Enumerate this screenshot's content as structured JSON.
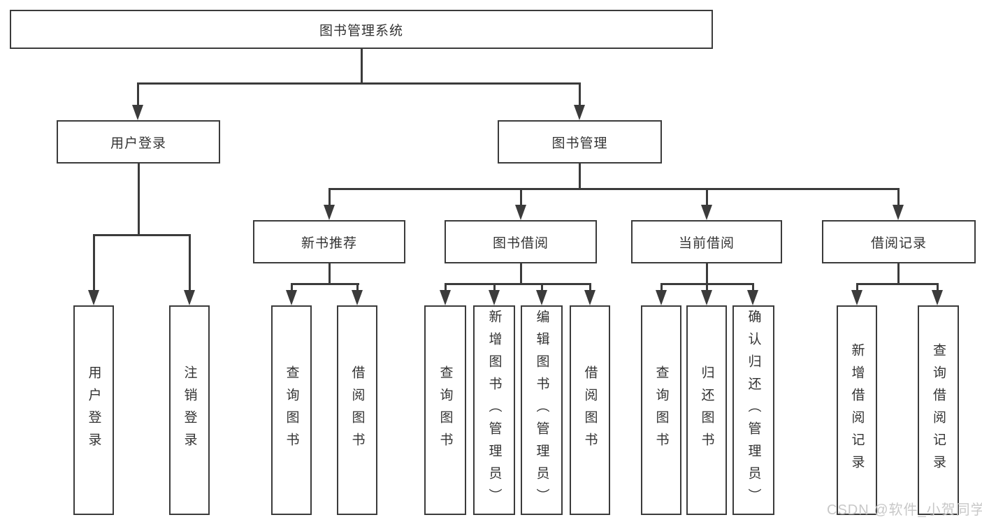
{
  "diagram": {
    "type": "hierarchy-tree",
    "root": {
      "label": "图书管理系统"
    },
    "level2": [
      {
        "label": "用户登录"
      },
      {
        "label": "图书管理"
      }
    ],
    "level3": [
      {
        "label": "新书推荐"
      },
      {
        "label": "图书借阅"
      },
      {
        "label": "当前借阅"
      },
      {
        "label": "借阅记录"
      }
    ],
    "leaf_groups": [
      {
        "items": [
          {
            "label": "用户登录"
          },
          {
            "label": "注销登录"
          }
        ]
      },
      {
        "items": [
          {
            "label": "查询图书"
          },
          {
            "label": "借阅图书"
          }
        ]
      },
      {
        "items": [
          {
            "label": "查询图书"
          },
          {
            "label": "新增图书（管理员）"
          },
          {
            "label": "编辑图书（管理员）"
          },
          {
            "label": "借阅图书"
          }
        ]
      },
      {
        "items": [
          {
            "label": "查询图书"
          },
          {
            "label": "归还图书"
          },
          {
            "label": "确认归还（管理员）"
          }
        ]
      },
      {
        "items": [
          {
            "label": "新增借阅记录"
          },
          {
            "label": "查询借阅记录"
          }
        ]
      }
    ]
  },
  "watermark": {
    "text": "CSDN @软件_小贺同学"
  },
  "colors": {
    "line": "#3b3b3b",
    "box_border": "#3b3b3b",
    "box_background": "#ffffff",
    "text": "#333333",
    "watermark_text": "#c8c8c8",
    "page_background": "#ffffff"
  }
}
